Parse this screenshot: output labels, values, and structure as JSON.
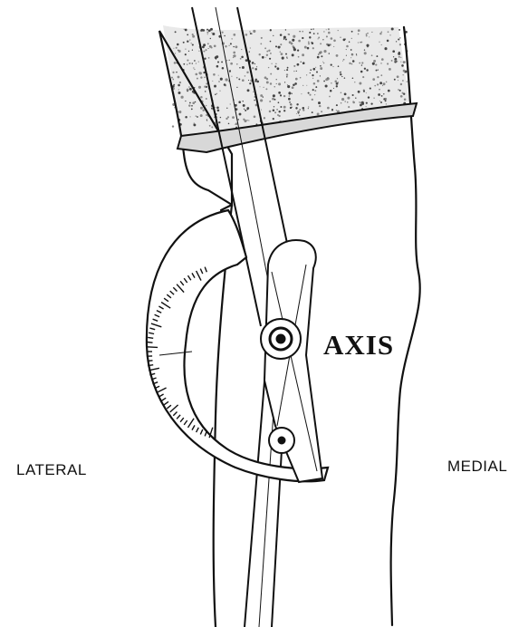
{
  "labels": {
    "axis": "AXIS",
    "lateral": "LATERAL",
    "medial": "MEDIAL"
  },
  "colors": {
    "ink": "#111111",
    "background": "#ffffff"
  }
}
